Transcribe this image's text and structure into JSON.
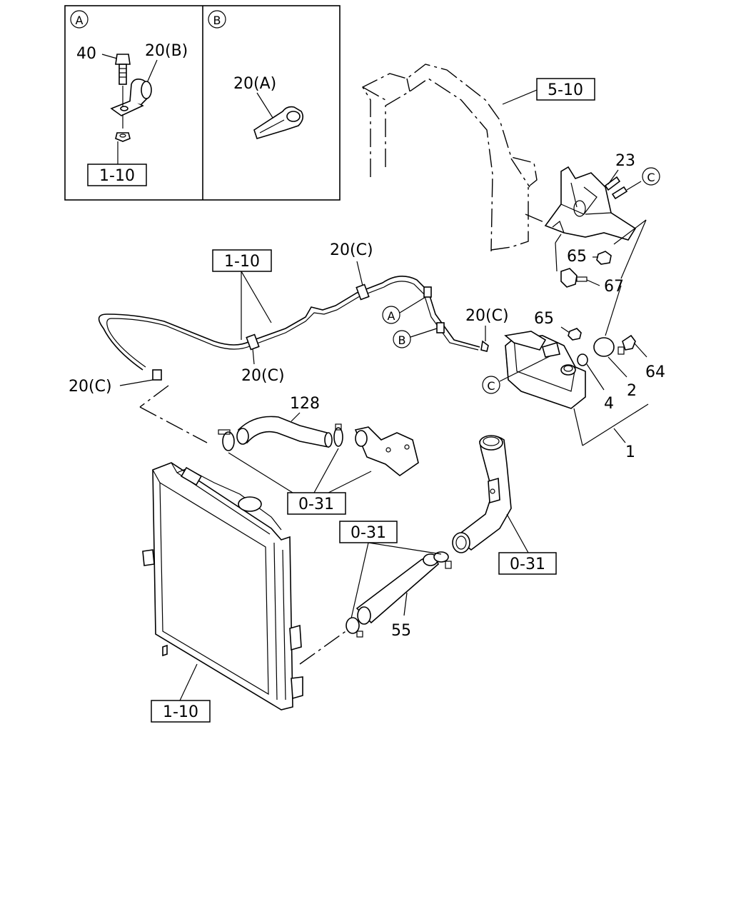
{
  "inset": {
    "panel_a": {
      "marker": "A",
      "labels": {
        "bolt": "40",
        "clip": "20(B)",
        "ref": "1-10"
      }
    },
    "panel_b": {
      "marker": "B",
      "labels": {
        "clip": "20(A)"
      }
    }
  },
  "refs": {
    "bracket_frame": "5-10",
    "hose_upper": "1-10",
    "radiator": "1-10",
    "upper_hose": "0-31",
    "lower_hose_left": "0-31",
    "lower_pipe": "0-31"
  },
  "callouts": {
    "bracket_bolt": "23",
    "nut_bracket": "65",
    "bolt_bracket": "67",
    "clip_top": "20(C)",
    "clip_mid": "20(C)",
    "clip_right": "20(C)",
    "clip_left": "20(C)",
    "nut_tank": "65",
    "bolt_tank": "64",
    "cap": "2",
    "gasket": "4",
    "tank_assy": "1",
    "upper_hose": "128",
    "lower_hose": "55"
  },
  "markers": {
    "a": "A",
    "b": "B",
    "c_top": "C",
    "c_tank": "C"
  }
}
